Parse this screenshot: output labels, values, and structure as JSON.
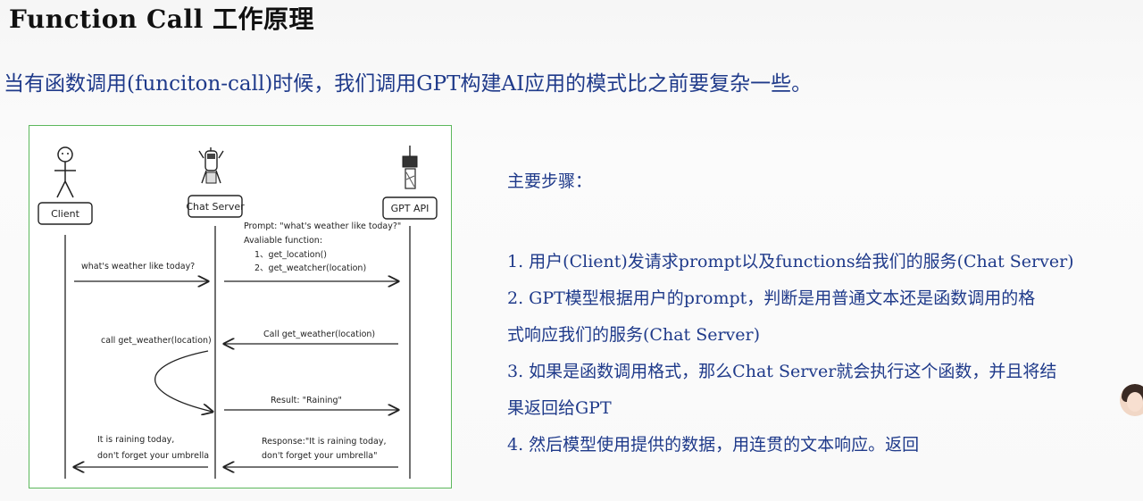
{
  "page": {
    "title": "Function Call 工作原理",
    "subtitle": "当有函数调用(funciton-call)时候，我们调用GPT构建AI应用的模式比之前要复杂一些。"
  },
  "diagram": {
    "actors": [
      "Client",
      "Chat Server",
      "GPT API"
    ],
    "prompt_lines": [
      "Prompt: \"what's weather like today?\"",
      "Avaliable function:",
      "1、get_location()",
      "2、get_weatcher(location)"
    ],
    "messages": {
      "client_query": "what's weather like today?",
      "call_from_gpt": "Call get_weather(location)",
      "self_call": "call get_weather(location)",
      "result": "Result: \"Raining\"",
      "response_line1": "Response:\"It is raining today,",
      "response_line2": "don't forget your umbrella\"",
      "final_line1": "It is raining today,",
      "final_line2": "don't forget your umbrella"
    }
  },
  "steps": {
    "title": "主要步骤：",
    "items": [
      "1. 用户(Client)发请求prompt以及functions给我们的服务(Chat Server)",
      "2. GPT模型根据用户的prompt，判断是用普通文本还是函数调用的格",
      "式响应我们的服务(Chat Server)",
      "3. 如果是函数调用格式，那么Chat Server就会执行这个函数，并且将结",
      "果返回给GPT",
      "4. 然后模型使用提供的数据，用连贯的文本响应。返回"
    ]
  }
}
